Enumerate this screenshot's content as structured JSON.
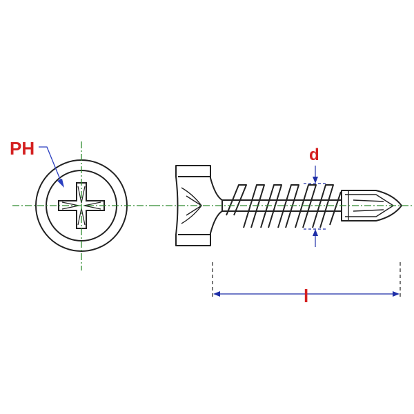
{
  "diagram": {
    "labels": {
      "drive": "PH",
      "diameter": "d",
      "length": "l"
    },
    "colors": {
      "outline": "#222222",
      "centerline": "#2e8b2e",
      "dimension": "#1f2fa8",
      "label": "#d42020",
      "leader": "#2a3fc0"
    },
    "icons": {
      "drive": "phillips-cross-icon"
    }
  }
}
